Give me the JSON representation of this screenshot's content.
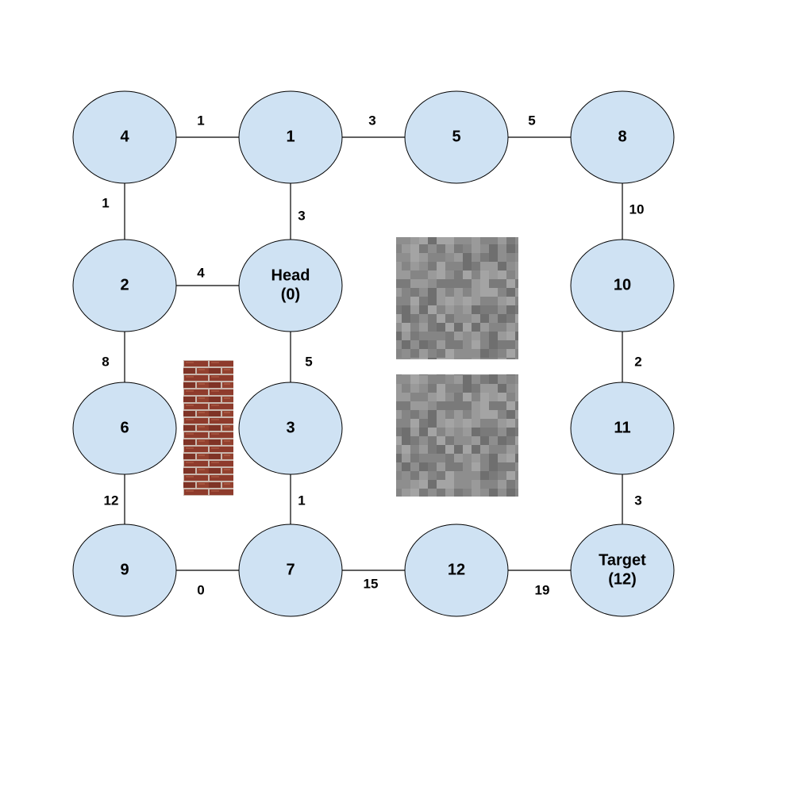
{
  "colors": {
    "node_fill": "#cfe2f3",
    "node_stroke": "#000000",
    "edge": "#000000",
    "brick": "#8e3b2c",
    "mortar": "#c9b7ad",
    "stone": "#8a8a8a"
  },
  "nodes": [
    {
      "id": "n4",
      "lines": [
        "4"
      ]
    },
    {
      "id": "n1",
      "lines": [
        "1"
      ]
    },
    {
      "id": "n5",
      "lines": [
        "5"
      ]
    },
    {
      "id": "n8",
      "lines": [
        "8"
      ]
    },
    {
      "id": "n2",
      "lines": [
        "2"
      ]
    },
    {
      "id": "head",
      "lines": [
        "Head",
        "(0)"
      ]
    },
    {
      "id": "n10",
      "lines": [
        "10"
      ]
    },
    {
      "id": "n6",
      "lines": [
        "6"
      ]
    },
    {
      "id": "n3",
      "lines": [
        "3"
      ]
    },
    {
      "id": "n11",
      "lines": [
        "11"
      ]
    },
    {
      "id": "n9",
      "lines": [
        "9"
      ]
    },
    {
      "id": "n7",
      "lines": [
        "7"
      ]
    },
    {
      "id": "n12",
      "lines": [
        "12"
      ]
    },
    {
      "id": "target",
      "lines": [
        "Target",
        "(12)"
      ]
    }
  ],
  "edges": [
    {
      "from": "n4",
      "to": "n1",
      "weight": "1"
    },
    {
      "from": "n1",
      "to": "n5",
      "weight": "3"
    },
    {
      "from": "n5",
      "to": "n8",
      "weight": "5"
    },
    {
      "from": "n4",
      "to": "n2",
      "weight": "1"
    },
    {
      "from": "n1",
      "to": "head",
      "weight": "3"
    },
    {
      "from": "n8",
      "to": "n10",
      "weight": "10"
    },
    {
      "from": "n2",
      "to": "head",
      "weight": "4"
    },
    {
      "from": "n2",
      "to": "n6",
      "weight": "8"
    },
    {
      "from": "head",
      "to": "n3",
      "weight": "5"
    },
    {
      "from": "n10",
      "to": "n11",
      "weight": "2"
    },
    {
      "from": "n6",
      "to": "n9",
      "weight": "12"
    },
    {
      "from": "n3",
      "to": "n7",
      "weight": "1"
    },
    {
      "from": "n11",
      "to": "target",
      "weight": "3"
    },
    {
      "from": "n9",
      "to": "n7",
      "weight": "0"
    },
    {
      "from": "n7",
      "to": "n12",
      "weight": "15"
    },
    {
      "from": "n12",
      "to": "target",
      "weight": "19"
    }
  ],
  "obstacles": [
    {
      "id": "brick-wall",
      "texture": "brick"
    },
    {
      "id": "stone-block-upper",
      "texture": "stone"
    },
    {
      "id": "stone-block-lower",
      "texture": "stone"
    }
  ]
}
